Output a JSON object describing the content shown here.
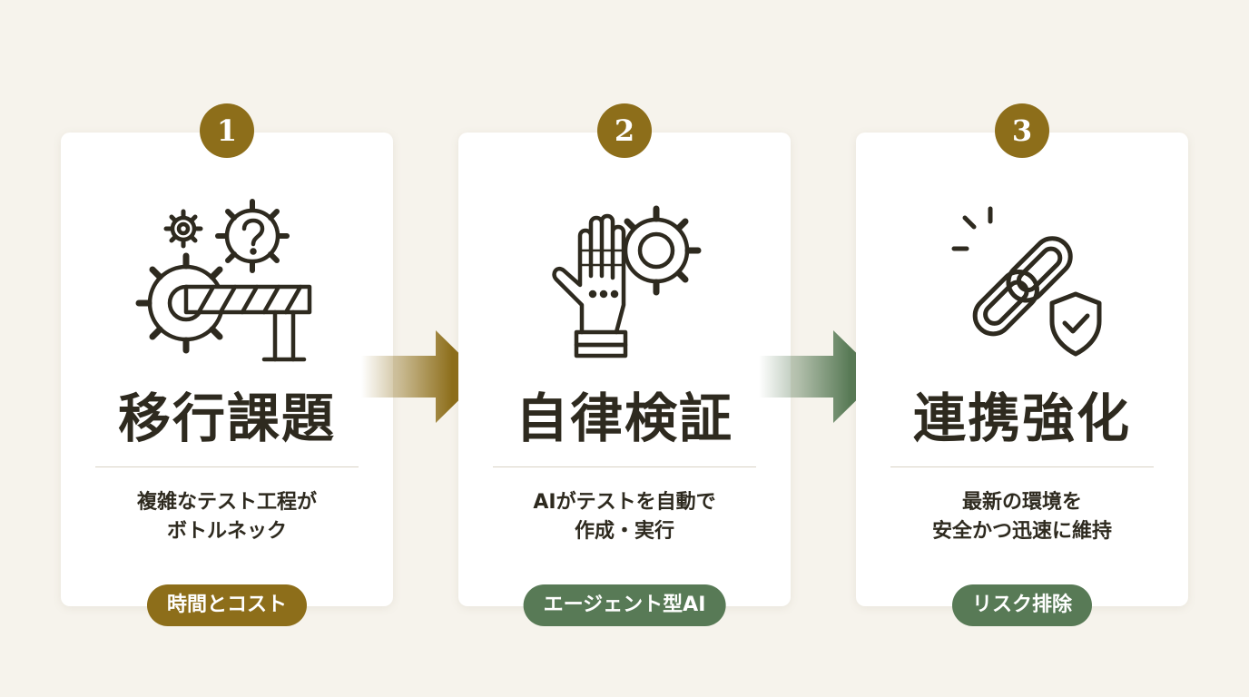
{
  "colors": {
    "background": "#f6f3ec",
    "gold": "#8d6e1a",
    "green": "#587a56",
    "ink": "#2e2a1f"
  },
  "steps": [
    {
      "number": "1",
      "icon": "gears-with-barrier-icon",
      "title": "移行課題",
      "desc_line1": "複雑なテスト工程が",
      "desc_line2": "ボトルネック",
      "badge": "時間とコスト",
      "badge_color": "#8d6e1a"
    },
    {
      "number": "2",
      "icon": "robotic-hand-with-gear-icon",
      "title": "自律検証",
      "desc_line1": "AIがテストを自動で",
      "desc_line2": "作成・実行",
      "badge": "エージェント型AI",
      "badge_color": "#587a56"
    },
    {
      "number": "3",
      "icon": "chain-link-with-shield-icon",
      "title": "連携強化",
      "desc_line1": "最新の環境を",
      "desc_line2": "安全かつ迅速に維持",
      "badge": "リスク排除",
      "badge_color": "#587a56"
    }
  ],
  "arrows": [
    {
      "icon": "arrow-right-icon",
      "color": "#8d6e1a"
    },
    {
      "icon": "arrow-right-icon",
      "color": "#587a56"
    }
  ]
}
